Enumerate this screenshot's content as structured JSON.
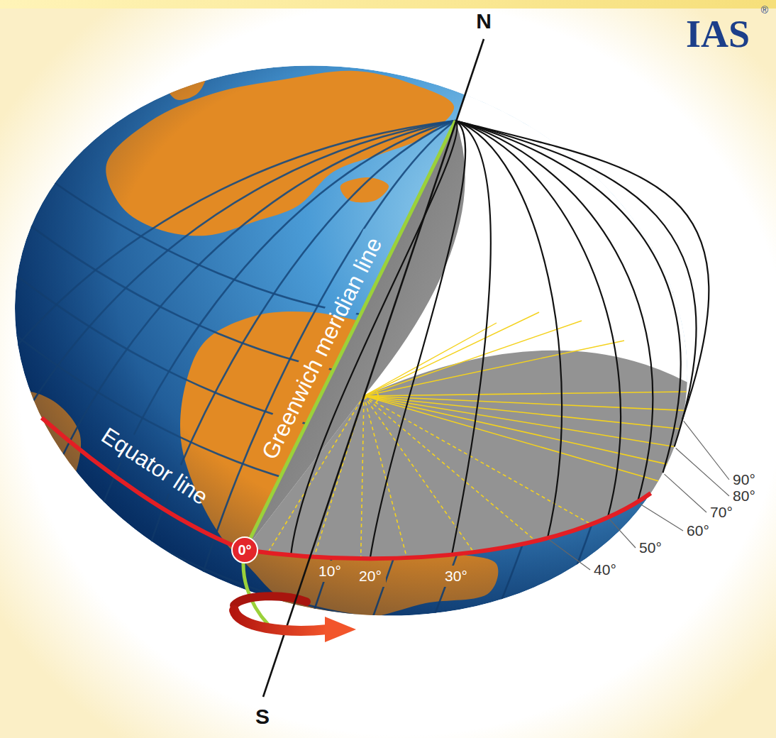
{
  "diagram": {
    "nodes": [
      {
        "text": [
          "0°"
        ]
      }
    ],
    "labels": [
      "N",
      "S",
      "Greenwich meridian line",
      "Equator line",
      "10°",
      "20°",
      "30°",
      "40°",
      "50°",
      "60°",
      "70°",
      "80°",
      "90°",
      "IAS",
      "®"
    ]
  }
}
